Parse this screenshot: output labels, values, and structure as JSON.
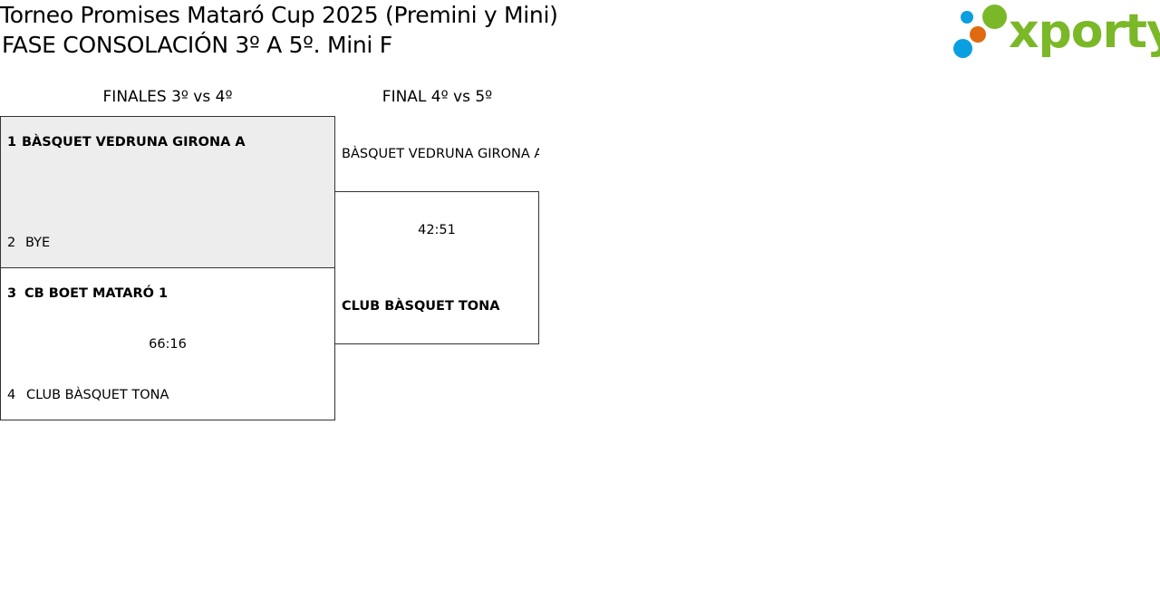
{
  "header": {
    "title": "Torneo Promises Mataró Cup 2025 (Premini y Mini)",
    "subtitle": "FASE CONSOLACIÓN 3º A 5º. Mini F"
  },
  "logo": {
    "text": "xporty",
    "brand_color": "#7ab828",
    "dot_colors": [
      "#0a9fe0",
      "#e06a12",
      "#7ab828"
    ]
  },
  "rounds": [
    {
      "label": "FINALES 3º vs 4º",
      "matches": [
        {
          "home": {
            "seed": "1",
            "name": "BÀSQUET VEDRUNA GIRONA A",
            "winner": true
          },
          "away": {
            "seed": "2",
            "name": "BYE",
            "winner": false
          },
          "score": "",
          "background": "#ededed"
        },
        {
          "home": {
            "seed": "3",
            "name": "CB BOET MATARÓ 1",
            "winner": true
          },
          "away": {
            "seed": "4",
            "name": "CLUB BÀSQUET TONA",
            "winner": false
          },
          "score": "66:16",
          "background": "#ffffff"
        }
      ]
    },
    {
      "label": "FINAL 4º vs 5º",
      "matches": [
        {
          "home": {
            "name": "BÀSQUET VEDRUNA GIRONA A",
            "winner": false
          },
          "away": {
            "name": "CLUB BÀSQUET TONA",
            "winner": true
          },
          "score": "42:51"
        }
      ]
    }
  ]
}
